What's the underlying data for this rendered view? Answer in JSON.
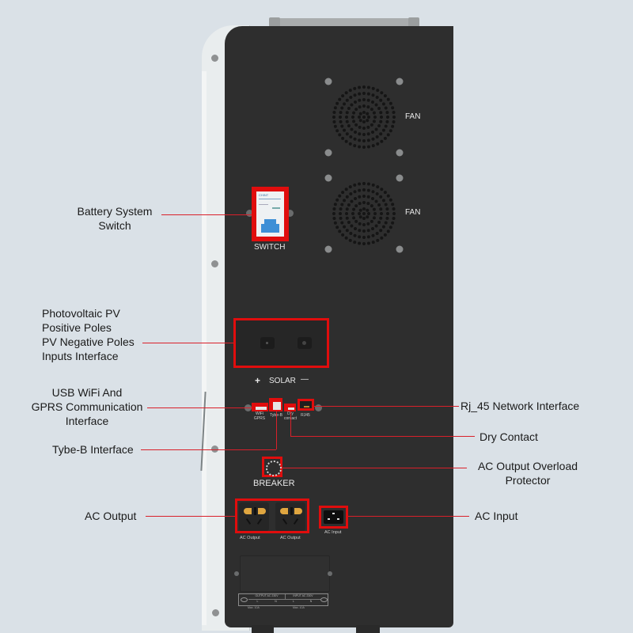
{
  "device": {
    "fan_labels": [
      "FAN",
      "FAN"
    ],
    "switch_label": "SWITCH",
    "switch_brand": "CHINT",
    "solar_label": "SOLAR",
    "solar_plus": "+",
    "solar_minus": "—",
    "ports": {
      "wifi": "WiFi GPRS",
      "tybe_b": "Tybe-B",
      "dry_contact": "Dry contact",
      "rj45": "RJ45"
    },
    "breaker_label": "BREAKER",
    "ac_output_labels": [
      "AC Output",
      "AC Output"
    ],
    "ac_input_label": "AC Input",
    "nameplate": {
      "output": "OUTPUT AC 230V",
      "input": "INPUT AC 230V",
      "cells": [
        "L",
        "N",
        "L",
        "N"
      ],
      "max_left": "Max. 10A",
      "max_right": "Max. 10A"
    }
  },
  "callouts": {
    "battery_switch": [
      "Battery System",
      "Switch"
    ],
    "pv": [
      "Photovoltaic PV",
      "Positive Poles",
      "PV Negative Poles",
      "Inputs Interface"
    ],
    "usb_wifi": [
      "USB WiFi And",
      "GPRS Communication",
      "Interface"
    ],
    "tybe_b": "Tybe-B Interface",
    "ac_output": "AC Output",
    "rj45": "Rj_45 Network Interface",
    "dry_contact": "Dry Contact",
    "overload": [
      "AC Output Overload",
      "Protector"
    ],
    "ac_input": "AC Input"
  },
  "colors": {
    "background": "#dae1e7",
    "panel": "#2e2e2e",
    "highlight": "#e00d0d",
    "leader_line": "#d9202a",
    "socket_pin": "#e0a640",
    "switch_toggle": "#3d8fd6"
  }
}
